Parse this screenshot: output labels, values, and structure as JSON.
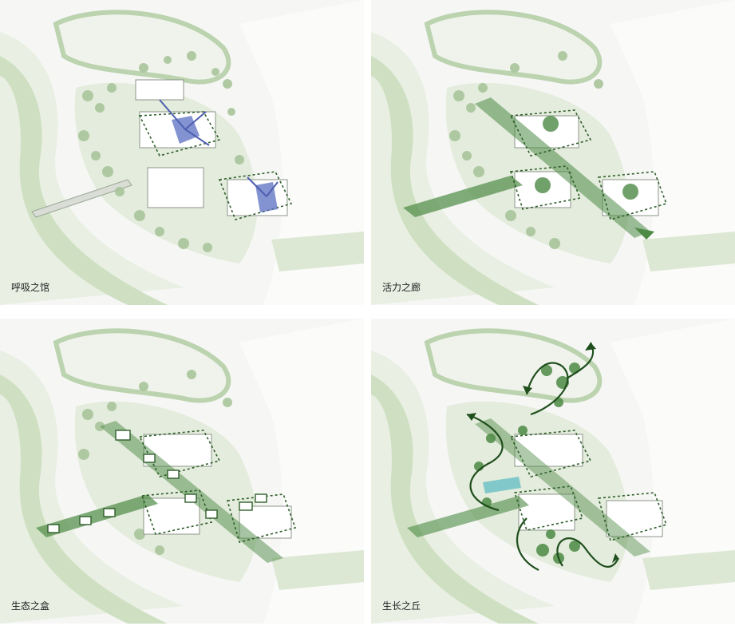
{
  "panels": [
    {
      "id": "breathing-hall",
      "caption": "呼吸之馆"
    },
    {
      "id": "vitality-corridor",
      "caption": "活力之廊"
    },
    {
      "id": "ecology-box",
      "caption": "生态之盒"
    },
    {
      "id": "growth-hill",
      "caption": "生长之丘"
    }
  ],
  "colors": {
    "background": "#f6f7f5",
    "river_band": "#cfe0c2",
    "vegetation": "#a9c59b",
    "site_base": "#e4ecdd",
    "building": "#ffffff",
    "dashed_outline": "#2f5f2a",
    "breathing_volume": "#5a6fc2",
    "corridor_green": "#4d8a45",
    "dark_arrow": "#1f4f1c",
    "water": "#6fc2c5"
  }
}
